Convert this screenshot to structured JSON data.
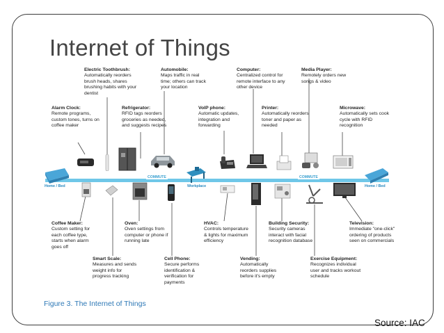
{
  "slide": {
    "title": "Internet of Things",
    "caption": "Figure 3.  The Internet of Things",
    "source": "Source: IAC"
  },
  "locations": {
    "home_left": "Home / Bed",
    "workplace": "Workplace",
    "home_right": "Home / Bed",
    "commute_left": "COMMUTE",
    "commute_right": "COMMUTE"
  },
  "top": [
    {
      "id": "alarm",
      "heading": "Alarm Clock:",
      "body": "Remote programs, custom tones, turns on coffee maker"
    },
    {
      "id": "toothbrush",
      "heading": "Electric Toothbrush:",
      "body": "Automatically reorders brush heads, shares brushing habits with your dentist"
    },
    {
      "id": "fridge",
      "heading": "Refrigerator:",
      "body": "RFID tags reorders groceries as needed, and suggests recipes"
    },
    {
      "id": "auto",
      "heading": "Automobile:",
      "body": "Maps traffic in real time; others can track your location"
    },
    {
      "id": "voip",
      "heading": "VoIP phone:",
      "body": "Automatic updates, integration and forwarding"
    },
    {
      "id": "computer",
      "heading": "Computer:",
      "body": "Centralized control for remote interface to any other device"
    },
    {
      "id": "printer",
      "heading": "Printer:",
      "body": "Automatically reorders toner and paper as needed"
    },
    {
      "id": "media",
      "heading": "Media Player:",
      "body": "Remotely orders new songs & video"
    },
    {
      "id": "microwave",
      "heading": "Microwave:",
      "body": "Automatically sets cook cycle with RFID recognition"
    }
  ],
  "bottom": [
    {
      "id": "coffee",
      "heading": "Coffee Maker:",
      "body": "Custom setting for each coffee type, starts when alarm goes off"
    },
    {
      "id": "scale",
      "heading": "Smart Scale:",
      "body": "Measures and sends weight info for progress tracking"
    },
    {
      "id": "oven",
      "heading": "Oven:",
      "body": "Oven settings from computer or phone if running late"
    },
    {
      "id": "cell",
      "heading": "Cell Phone:",
      "body": "Secure performs identification & verification for payments"
    },
    {
      "id": "hvac",
      "heading": "HVAC:",
      "body": "Controls temperature & lights for maximum efficiency"
    },
    {
      "id": "vending",
      "heading": "Vending:",
      "body": "Automatically reorders supplies before it's empty"
    },
    {
      "id": "security",
      "heading": "Building Security:",
      "body": "Security cameras interact with facial recognition database"
    },
    {
      "id": "exercise",
      "heading": "Exercise Equipment:",
      "body": "Recognizes individual user and tracks workout schedule"
    },
    {
      "id": "tv",
      "heading": "Television:",
      "body": "Immediate \"one-click\" ordering of products seen on commercials"
    }
  ]
}
